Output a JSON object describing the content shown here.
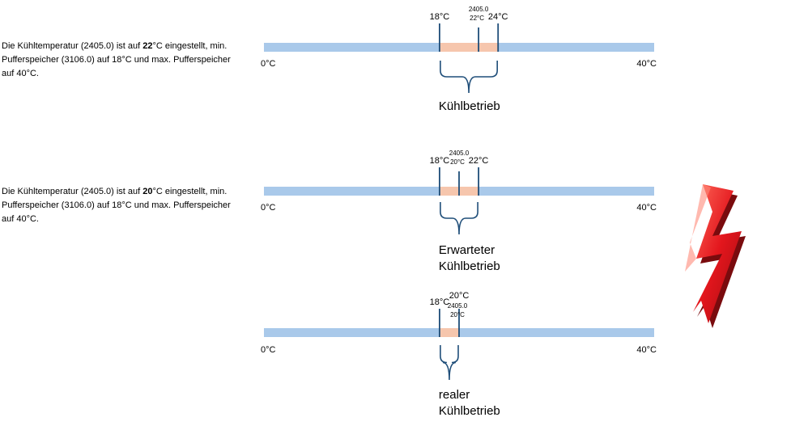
{
  "descriptions": [
    {
      "pre": "Die Kühltemperatur (2405.0) ist auf ",
      "bold": "22",
      "post": "°C eingestellt, min. Pufferspeicher (3106.0) auf 18°C und max. Pufferspeicher auf 40°C."
    },
    {
      "pre": "Die Kühltemperatur (2405.0) ist auf ",
      "bold": "20",
      "post": "°C eingestellt, min. Pufferspeicher (3106.0) auf 18°C und max. Pufferspeicher auf 40°C."
    }
  ],
  "colors": {
    "bar": "#a9c9ea",
    "range": "#f6c6ad",
    "marker": "#1f4e79",
    "bracket": "#1f4e79",
    "warning": "#e3161d"
  },
  "bars": [
    {
      "min_label": "0°C",
      "max_label": "40°C",
      "range_from": 18,
      "range_to": 24,
      "markers": [
        {
          "value": 18,
          "label": "18°C"
        },
        {
          "value": 22,
          "label": "2405.0",
          "sublabel": "22°C"
        },
        {
          "value": 24,
          "label": "24°C"
        }
      ],
      "brace_label": [
        "Kühlbetrieb"
      ]
    },
    {
      "min_label": "0°C",
      "max_label": "40°C",
      "range_from": 18,
      "range_to": 22,
      "markers": [
        {
          "value": 18,
          "label": "18°C"
        },
        {
          "value": 20,
          "label": "2405.0",
          "sublabel": "20°C"
        },
        {
          "value": 22,
          "label": "22°C"
        }
      ],
      "brace_label": [
        "Erwarteter",
        "Kühlbetrieb"
      ]
    },
    {
      "min_label": "0°C",
      "max_label": "40°C",
      "range_from": 18,
      "range_to": 20,
      "markers": [
        {
          "value": 18,
          "label": "18°C"
        },
        {
          "value": 20,
          "label": "20°C",
          "sublabel": "2405.0",
          "sublabel2": "20°C"
        }
      ],
      "brace_label": [
        "realer",
        "Kühlbetrieb"
      ]
    }
  ],
  "warning_icon": "lightning-bolt-icon"
}
